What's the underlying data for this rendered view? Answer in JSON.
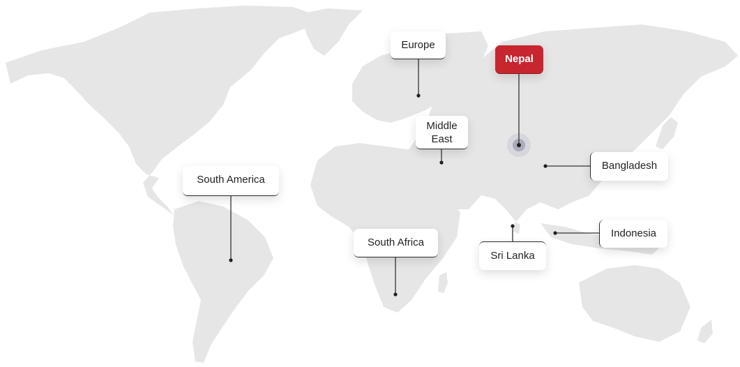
{
  "map": {
    "colors": {
      "land": "#e6e6e6",
      "active": "#c7262f",
      "text": "#222222",
      "marker": "#1f1f1f"
    },
    "selected_region": "Nepal",
    "regions": [
      {
        "id": "europe",
        "label": "Europe",
        "active": false
      },
      {
        "id": "nepal",
        "label": "Nepal",
        "active": true
      },
      {
        "id": "middle-east",
        "label": "Middle East",
        "active": false
      },
      {
        "id": "bangladesh",
        "label": "Bangladesh",
        "active": false
      },
      {
        "id": "south-america",
        "label": "South America",
        "active": false
      },
      {
        "id": "south-africa",
        "label": "South Africa",
        "active": false
      },
      {
        "id": "indonesia",
        "label": "Indonesia",
        "active": false
      },
      {
        "id": "sri-lanka",
        "label": "Sri Lanka",
        "active": false
      }
    ]
  }
}
